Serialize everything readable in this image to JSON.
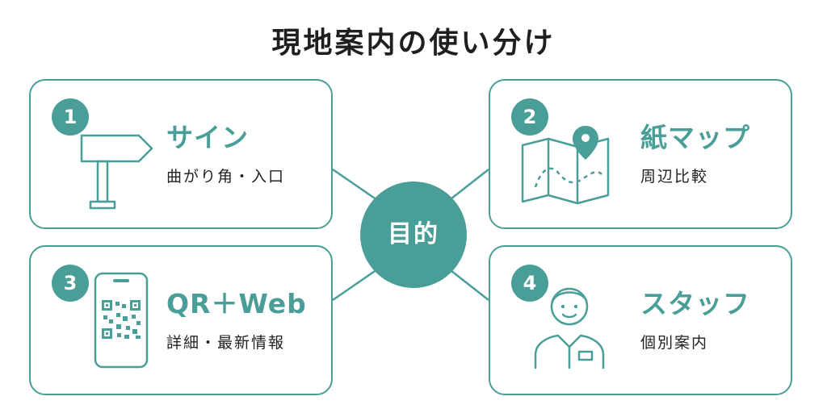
{
  "title": "現地案内の使い分け",
  "center": {
    "label": "目的"
  },
  "colors": {
    "accent": "#4a9e98",
    "text": "#222222"
  },
  "cards": [
    {
      "number": "1",
      "title": "サイン",
      "description": "曲がり角・入口",
      "icon": "signpost-icon"
    },
    {
      "number": "2",
      "title": "紙マップ",
      "description": "周辺比較",
      "icon": "paper-map-icon"
    },
    {
      "number": "3",
      "title": "QR＋Web",
      "description": "詳細・最新情報",
      "icon": "smartphone-qr-icon"
    },
    {
      "number": "4",
      "title": "スタッフ",
      "description": "個別案内",
      "icon": "staff-person-icon"
    }
  ]
}
